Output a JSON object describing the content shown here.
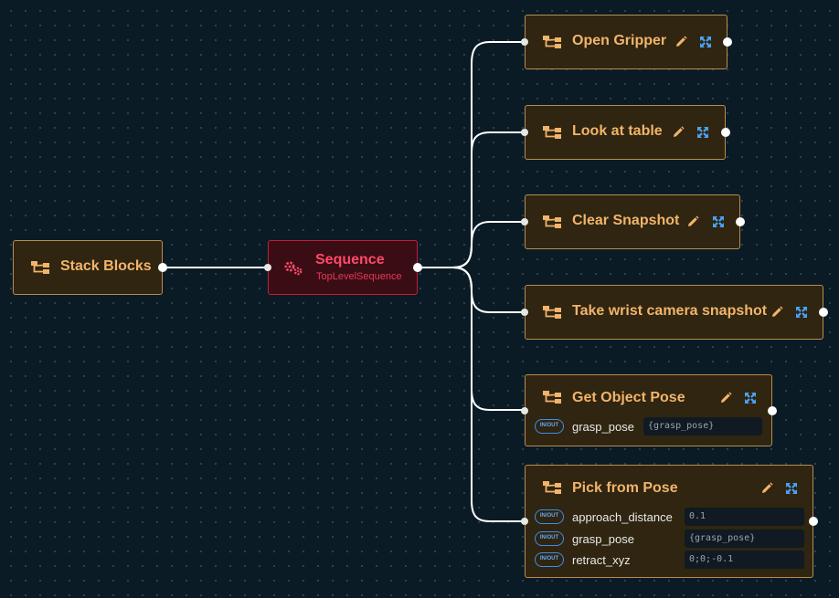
{
  "colors": {
    "background": "#0b1b26",
    "node_fill": "#2f2510",
    "node_border": "#b98c4f",
    "node_title": "#f2b46c",
    "sequence_fill": "#3a0d14",
    "sequence_border": "#c01e3c",
    "sequence_title": "#ff4a68",
    "inout_badge": "#3c8ff0",
    "expand_icon": "#4aa3ff",
    "edit_icon": "#f2b46c"
  },
  "root": {
    "title": "Stack Blocks",
    "icon": "subtree-icon"
  },
  "sequence": {
    "title": "Sequence",
    "subtitle": "TopLevelSequence",
    "icon": "gears-icon"
  },
  "behaviors": [
    {
      "title": "Open Gripper",
      "icon": "subtree-icon",
      "ports": []
    },
    {
      "title": "Look at table",
      "icon": "subtree-icon",
      "ports": []
    },
    {
      "title": "Clear Snapshot",
      "icon": "subtree-icon",
      "ports": []
    },
    {
      "title": "Take wrist camera snapshot",
      "icon": "subtree-icon",
      "ports": []
    },
    {
      "title": "Get Object Pose",
      "icon": "subtree-icon",
      "ports": [
        {
          "badge": "IN/OUT",
          "name": "grasp_pose",
          "value": "{grasp_pose}"
        }
      ]
    },
    {
      "title": "Pick from Pose",
      "icon": "subtree-icon",
      "ports": [
        {
          "badge": "IN/OUT",
          "name": "approach_distance",
          "value": "0.1"
        },
        {
          "badge": "IN/OUT",
          "name": "grasp_pose",
          "value": "{grasp_pose}"
        },
        {
          "badge": "IN/OUT",
          "name": "retract_xyz",
          "value": "0;0;-0.1"
        }
      ]
    }
  ]
}
